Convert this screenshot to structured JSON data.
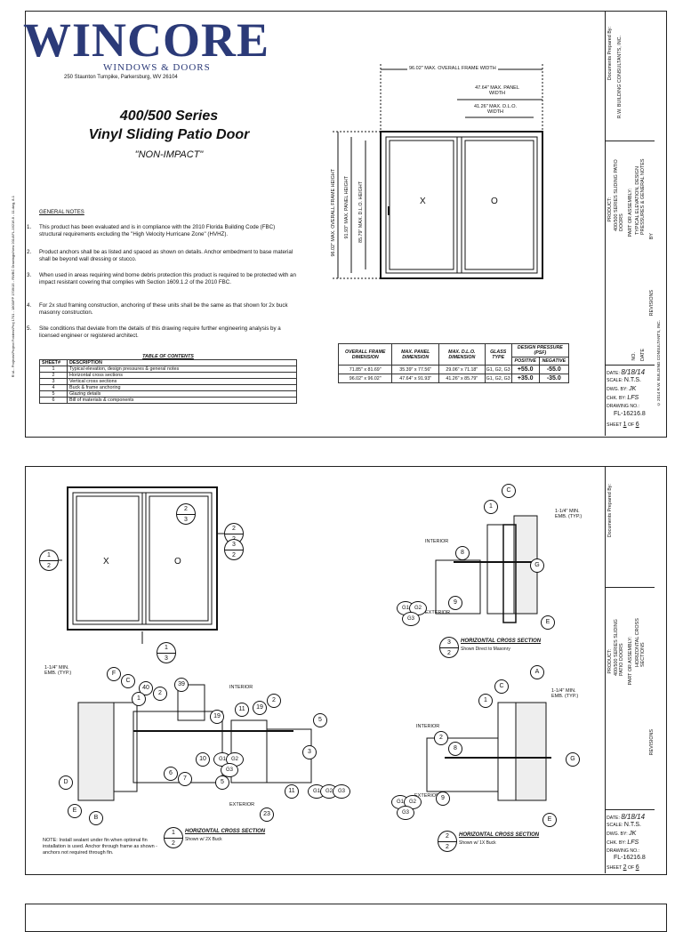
{
  "sheet1": {
    "logo_text": "WINCORE",
    "logo_sub": "WINDOWS & DOORS",
    "address": "250 Staunton Turnpike, Parkersburg, WV 26104",
    "title_series": "400/500 Series",
    "title_product": "Vinyl Sliding Patio Door",
    "title_rating": "\"NON-IMPACT\"",
    "general_notes_heading": "GENERAL NOTES",
    "notes": [
      {
        "n": "1.",
        "text": "This product has been evaluated and is in compliance with the 2010 Florida Building Code (FBC) structural requirements excluding the \"High Velocity Hurricane Zone\" (HVHZ)."
      },
      {
        "n": "2.",
        "text": "Product anchors shall be as listed and spaced as shown on details. Anchor embedment to base material shall be beyond wall dressing or stucco."
      },
      {
        "n": "3.",
        "text": "When used in areas requiring wind borne debris protection this product is required to be protected with an impact resistant covering that complies with Section 1609.1.2 of the 2010 FBC."
      },
      {
        "n": "4.",
        "text": "For 2x stud framing construction, anchoring of these units shall be the same as that shown for 2x buck masonry construction."
      },
      {
        "n": "5.",
        "text": "Site conditions that deviate from the details of this drawing require further engineering analysis by a licensed engineer or registered architect."
      }
    ],
    "toc": {
      "title": "TABLE OF CONTENTS",
      "col_sheet": "SHEET#",
      "col_desc": "DESCRIPTION",
      "rows": [
        {
          "sheet": "1",
          "desc": "Typical elevation, design pressures & general notes"
        },
        {
          "sheet": "2",
          "desc": "Horizontal cross sections"
        },
        {
          "sheet": "3",
          "desc": "Vertical cross sections"
        },
        {
          "sheet": "4",
          "desc": "Buck & frame anchoring"
        },
        {
          "sheet": "5",
          "desc": "Glazing details"
        },
        {
          "sheet": "6",
          "desc": "Bill of materials & components"
        }
      ]
    },
    "elevation": {
      "overall_width": "96.02\" MAX. OVERALL FRAME WIDTH",
      "panel_width": "47.64\" MAX. PANEL WIDTH",
      "dlo_width": "41.26\" MAX. D.L.O. WIDTH",
      "overall_height": "96.02\" MAX. OVERALL FRAME HEIGHT",
      "panel_height": "91.93\" MAX. PANEL HEIGHT",
      "dlo_height": "85.79\" MAX. D.L.O. HEIGHT",
      "panel_left": "X",
      "panel_right": "O"
    },
    "design_table": {
      "headers": [
        "OVERALL FRAME DIMENSION",
        "MAX. PANEL DIMENSION",
        "MAX. D.L.O. DIMENSION",
        "GLASS TYPE",
        "DESIGN PRESSURE (PSF)"
      ],
      "sub_headers": [
        "POSITIVE",
        "NEGATIVE"
      ],
      "rows": [
        [
          "71.85\" x 81.69\"",
          "35.39\" x 77.56\"",
          "29.06\" x 71.18\"",
          "G1, G2, G3",
          "+55.0",
          "-55.0"
        ],
        [
          "96.02\" x 96.02\"",
          "47.64\" x 91.93\"",
          "41.26\" x 85.79\"",
          "G1, G2, G3",
          "+35.0",
          "-35.0"
        ]
      ]
    },
    "title_block": {
      "prepared_by": "Documents Prepared By:",
      "company": "R.W. BUILDING CONSULTANTS, INC.",
      "product_label": "PRODUCT:",
      "product": "400/500 SERIES SLIDING PATIO DOORS",
      "part_label": "PART OR ASSEMBLY:",
      "part": "TYPICAL ELEVATION, DESIGN PRESSURES & GENERAL NOTES",
      "revisions": "REVISIONS",
      "by": "BY",
      "date_col": "DATE",
      "no_col": "NO.",
      "date_label": "DATE:",
      "date": "8/18/14",
      "scale_label": "SCALE:",
      "scale": "N.T.S.",
      "dwg_label": "DWG. BY:",
      "dwg": "JK",
      "chk_label": "CHK. BY:",
      "chk": "LFS",
      "drawing_no_label": "DRAWING NO.:",
      "drawing_no": "FL-16216.8",
      "sheet_label": "SHEET",
      "sheet": "1",
      "of_label": "OF",
      "of": "6",
      "copyright": "© 2014 R.W. BUILDING CONSULTANTS, INC."
    },
    "file_path": "R:\\A - Projects\\Project Folders\\Proj 1701 - 1800\\FP 1709\\15 - RWBC Drawings\\New 2014\\FL-16216.8 - 11.dwg, 8-1"
  },
  "sheet2": {
    "callouts": [
      "1",
      "2",
      "3",
      "C",
      "F",
      "G",
      "E",
      "B",
      "D",
      "A",
      "8",
      "9",
      "19",
      "11",
      "40",
      "39",
      "10",
      "5",
      "7",
      "6",
      "23",
      "G1",
      "G2",
      "G3"
    ],
    "interior": "INTERIOR",
    "exterior": "EXTERIOR",
    "emb": "1-1/4\" MIN. EMB. (TYP.)",
    "panel_left": "X",
    "panel_right": "O",
    "sec1_title": "HORIZONTAL CROSS SECTION",
    "sec1_sub": "Shown w/ 2X Buck",
    "sec2_title": "HORIZONTAL CROSS SECTION",
    "sec2_sub": "Shown w/ 1X Buck",
    "sec3_title": "HORIZONTAL CROSS SECTION",
    "sec3_sub": "Shown Direct to Masonry",
    "note": "NOTE: Install sealant under fin when optional fin installation is used. Anchor through frame as shown - anchors not required through fin.",
    "title_block": {
      "prepared_by": "Documents Prepared By:",
      "product_label": "PRODUCT:",
      "product": "400/500 SERIES SLIDING PATIO DOORS",
      "part_label": "PART OR ASSEMBLY:",
      "part": "HORIZONTAL CROSS SECTIONS",
      "revisions": "REVISIONS",
      "date_label": "DATE:",
      "date": "8/18/14",
      "scale_label": "SCALE:",
      "scale": "N.T.S.",
      "dwg_label": "DWG. BY:",
      "dwg": "JK",
      "chk_label": "CHK. BY:",
      "chk": "LFS",
      "drawing_no_label": "DRAWING NO.:",
      "drawing_no": "FL-16216.8",
      "sheet_label": "SHEET",
      "sheet": "2",
      "of_label": "OF",
      "of": "6"
    }
  }
}
